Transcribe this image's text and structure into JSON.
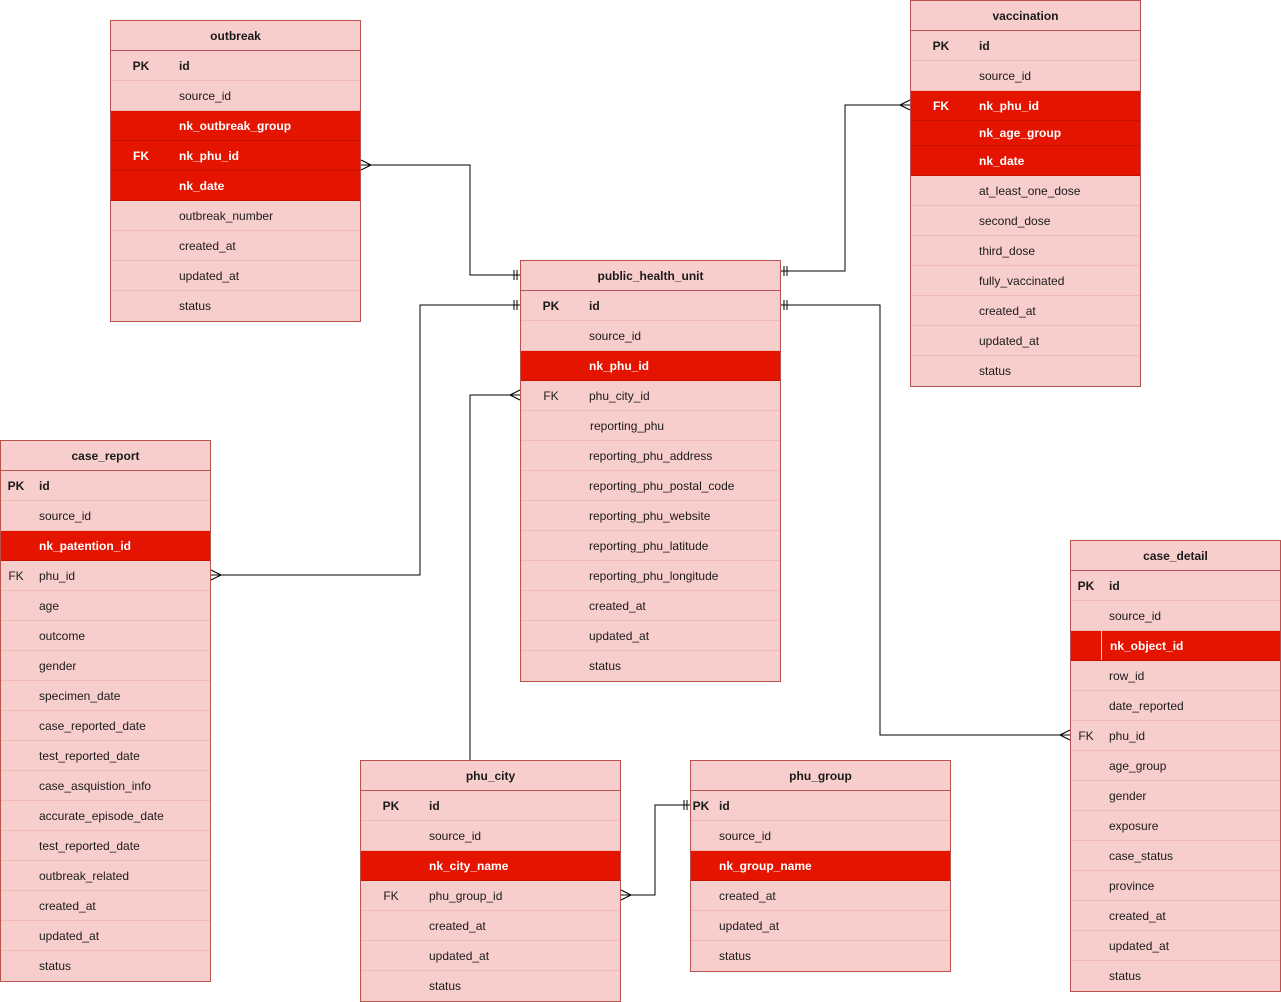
{
  "entities": [
    {
      "name": "outbreak",
      "title": "outbreak",
      "rows": [
        {
          "key": "PK",
          "field": "id",
          "bold": true
        },
        {
          "key": "",
          "field": "source_id"
        },
        {
          "key": "",
          "field": "nk_outbreak_group",
          "highlight": true
        },
        {
          "key": "FK",
          "field": "nk_phu_id",
          "highlight": true
        },
        {
          "key": "",
          "field": "nk_date",
          "highlight": true
        },
        {
          "key": "",
          "field": "outbreak_number"
        },
        {
          "key": "",
          "field": "created_at"
        },
        {
          "key": "",
          "field": "updated_at"
        },
        {
          "key": "",
          "field": "status"
        }
      ]
    },
    {
      "name": "vaccination",
      "title": "vaccination",
      "rows": [
        {
          "key": "PK",
          "field": "id",
          "bold": true
        },
        {
          "key": "",
          "field": "source_id"
        },
        {
          "key": "FK",
          "field": "nk_phu_id",
          "highlight": true
        },
        {
          "key": "",
          "field": "nk_age_group",
          "highlight": true,
          "short": true
        },
        {
          "key": "",
          "field": "nk_date",
          "highlight": true
        },
        {
          "key": "",
          "field": "at_least_one_dose"
        },
        {
          "key": "",
          "field": "second_dose"
        },
        {
          "key": "",
          "field": "third_dose"
        },
        {
          "key": "",
          "field": "fully_vaccinated"
        },
        {
          "key": "",
          "field": "created_at"
        },
        {
          "key": "",
          "field": "updated_at"
        },
        {
          "key": "",
          "field": "status"
        }
      ]
    },
    {
      "name": "public-health-unit",
      "title": "public_health_unit",
      "rows": [
        {
          "key": "PK",
          "field": "id",
          "bold": true
        },
        {
          "key": "",
          "field": "source_id"
        },
        {
          "key": "",
          "field": "nk_phu_id",
          "highlight": true
        },
        {
          "key": "FK",
          "field": "phu_city_id"
        },
        {
          "key": "",
          "field": "reporting_phu",
          "divided": true
        },
        {
          "key": "",
          "field": "reporting_phu_address"
        },
        {
          "key": "",
          "field": "reporting_phu_postal_code"
        },
        {
          "key": "",
          "field": "reporting_phu_website"
        },
        {
          "key": "",
          "field": "reporting_phu_latitude"
        },
        {
          "key": "",
          "field": "reporting_phu_longitude"
        },
        {
          "key": "",
          "field": "created_at"
        },
        {
          "key": "",
          "field": "updated_at"
        },
        {
          "key": "",
          "field": "status"
        }
      ]
    },
    {
      "name": "case-report",
      "title": "case_report",
      "rows": [
        {
          "key": "PK",
          "field": "id",
          "bold": true
        },
        {
          "key": "",
          "field": "source_id"
        },
        {
          "key": "",
          "field": "nk_patention_id",
          "highlight": true
        },
        {
          "key": "FK",
          "field": "phu_id"
        },
        {
          "key": "",
          "field": "age"
        },
        {
          "key": "",
          "field": "outcome"
        },
        {
          "key": "",
          "field": "gender"
        },
        {
          "key": "",
          "field": "specimen_date"
        },
        {
          "key": "",
          "field": "case_reported_date"
        },
        {
          "key": "",
          "field": "test_reported_date"
        },
        {
          "key": "",
          "field": "case_asquistion_info"
        },
        {
          "key": "",
          "field": "accurate_episode_date"
        },
        {
          "key": "",
          "field": "test_reported_date"
        },
        {
          "key": "",
          "field": "outbreak_related"
        },
        {
          "key": "",
          "field": "created_at"
        },
        {
          "key": "",
          "field": "updated_at"
        },
        {
          "key": "",
          "field": "status"
        }
      ]
    },
    {
      "name": "case-detail",
      "title": "case_detail",
      "rows": [
        {
          "key": "PK",
          "field": "id",
          "bold": true
        },
        {
          "key": "",
          "field": "source_id"
        },
        {
          "key": "",
          "field": "nk_object_id",
          "highlight": true,
          "divided": true
        },
        {
          "key": "",
          "field": "row_id"
        },
        {
          "key": "",
          "field": "date_reported"
        },
        {
          "key": "FK",
          "field": "phu_id"
        },
        {
          "key": "",
          "field": "age_group"
        },
        {
          "key": "",
          "field": "gender"
        },
        {
          "key": "",
          "field": "exposure"
        },
        {
          "key": "",
          "field": "case_status"
        },
        {
          "key": "",
          "field": "province"
        },
        {
          "key": "",
          "field": "created_at"
        },
        {
          "key": "",
          "field": "updated_at"
        },
        {
          "key": "",
          "field": "status"
        }
      ]
    },
    {
      "name": "phu-city",
      "title": "phu_city",
      "rows": [
        {
          "key": "PK",
          "field": "id",
          "bold": true
        },
        {
          "key": "",
          "field": "source_id"
        },
        {
          "key": "",
          "field": "nk_city_name",
          "highlight": true
        },
        {
          "key": "FK",
          "field": "phu_group_id"
        },
        {
          "key": "",
          "field": "created_at"
        },
        {
          "key": "",
          "field": "updated_at"
        },
        {
          "key": "",
          "field": "status"
        }
      ]
    },
    {
      "name": "phu-group",
      "title": "phu_group",
      "rows": [
        {
          "key": "PK",
          "field": "id",
          "bold": true
        },
        {
          "key": "",
          "field": "source_id"
        },
        {
          "key": "",
          "field": "nk_group_name",
          "highlight": true
        },
        {
          "key": "",
          "field": "created_at"
        },
        {
          "key": "",
          "field": "updated_at"
        },
        {
          "key": "",
          "field": "status"
        }
      ]
    }
  ],
  "relationships": [
    {
      "name": "outbreak-to-public-health-unit",
      "from": "outbreak.nk_phu_id",
      "to": "public_health_unit.id",
      "from_end": "many",
      "to_end": "one"
    },
    {
      "name": "vaccination-to-public-health-unit",
      "from": "vaccination.nk_phu_id",
      "to": "public_health_unit.id",
      "from_end": "many",
      "to_end": "one"
    },
    {
      "name": "case-report-to-public-health-unit",
      "from": "case_report.phu_id",
      "to": "public_health_unit.id",
      "from_end": "many",
      "to_end": "one"
    },
    {
      "name": "case-detail-to-public-health-unit",
      "from": "case_detail.phu_id",
      "to": "public_health_unit.id",
      "from_end": "many",
      "to_end": "one"
    },
    {
      "name": "public-health-unit-to-phu-city",
      "from": "public_health_unit.phu_city_id",
      "to": "phu_city.id",
      "from_end": "many",
      "to_end": "one"
    },
    {
      "name": "phu-city-to-phu-group",
      "from": "phu_city.phu_group_id",
      "to": "phu_group.id",
      "from_end": "many",
      "to_end": "one"
    }
  ]
}
